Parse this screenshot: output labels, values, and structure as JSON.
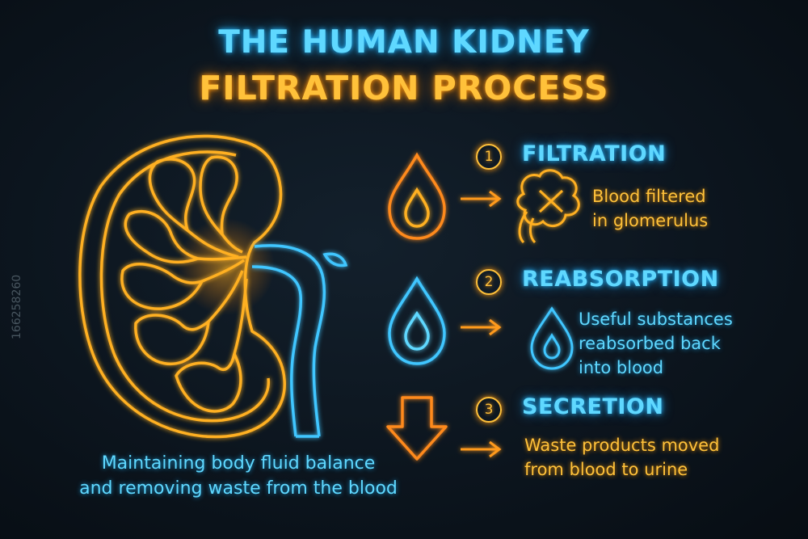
{
  "title": {
    "line1": "THE HUMAN KIDNEY",
    "line2": "FILTRATION PROCESS"
  },
  "caption": {
    "line1": "Maintaining body fluid balance",
    "line2": "and removing waste from the blood"
  },
  "steps": [
    {
      "number": "1",
      "title": "FILTRATION",
      "desc_lines": [
        "Blood filtered",
        "in glomerulus"
      ]
    },
    {
      "number": "2",
      "title": "REABSORPTION",
      "desc_lines": [
        "Useful substances",
        "reabsorbed back",
        "into blood"
      ]
    },
    {
      "number": "3",
      "title": "SECRETION",
      "desc_lines": [
        "Waste products moved",
        "from blood to urine"
      ]
    }
  ],
  "watermark": {
    "id": "166258260"
  },
  "colors": {
    "orange": "#ffc13a",
    "blue": "#5fd8ff",
    "background": "#0c151e"
  },
  "icons": [
    "kidney-icon",
    "drop-icon",
    "arrow-right-icon",
    "glomerulus-icon",
    "arrow-down-icon"
  ]
}
